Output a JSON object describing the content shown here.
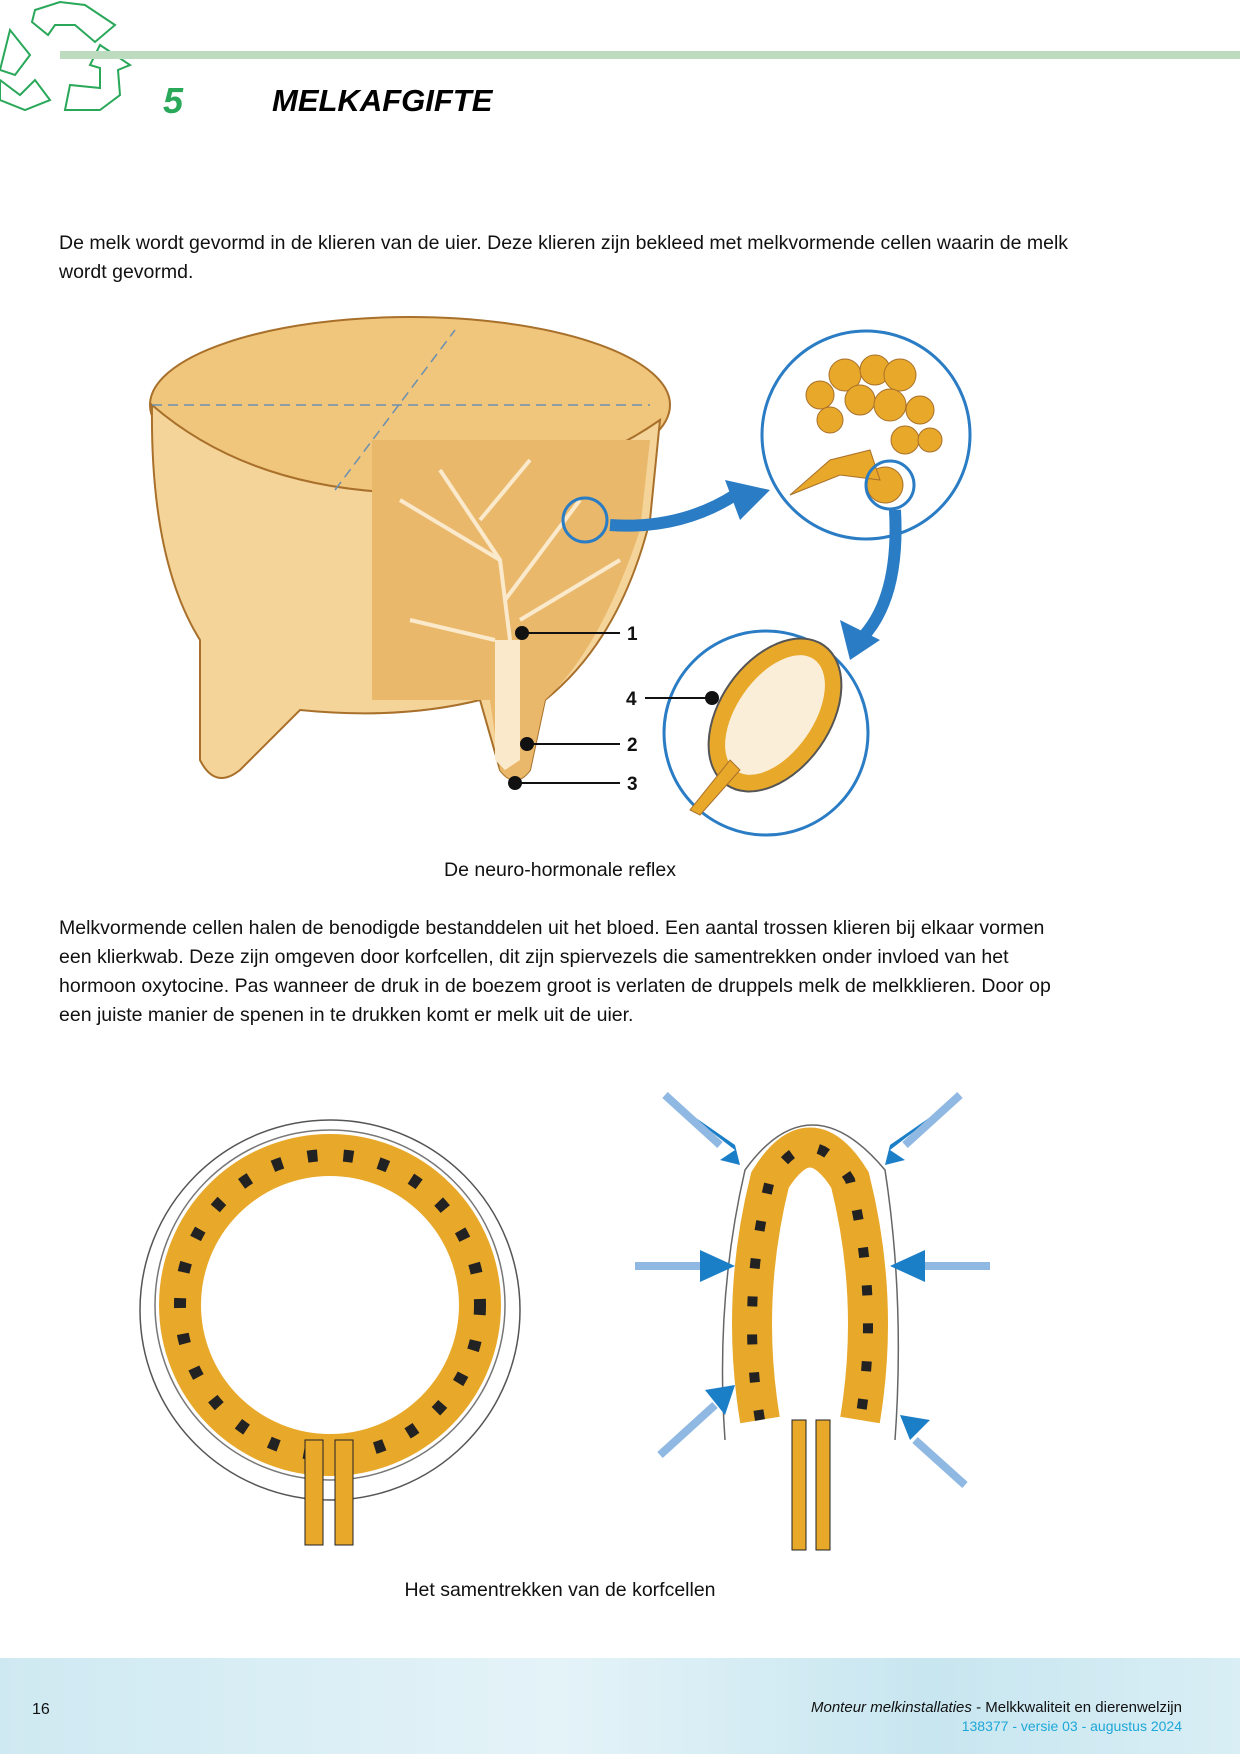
{
  "header": {
    "chapter_number": "5",
    "chapter_title": "MELKAFGIFTE"
  },
  "intro": "De melk wordt gevormd in de klieren van de uier. Deze klieren zijn bekleed met melkvormende cellen waarin de melk wordt gevormd.",
  "figure1": {
    "caption": "De neuro-hormonale reflex",
    "labels": [
      "1",
      "2",
      "3",
      "4"
    ]
  },
  "body": "Melkvormende cellen halen de benodigde bestanddelen uit het bloed. Een aantal trossen klieren bij elkaar vormen een klierkwab. Deze zijn omgeven door korfcellen, dit zijn spiervezels die samentrekken onder invloed van het hormoon oxytocine. Pas wanneer de druk in de boezem groot is verlaten de druppels melk de melkklieren. Door op een juiste manier de spenen in te drukken komt er melk uit de uier.",
  "figure2": {
    "caption": "Het samentrekken van de korfcellen"
  },
  "footer": {
    "page_number": "16",
    "course_italic": "Monteur melkinstallaties",
    "course_rest": " - Melkkwaliteit en dierenwelzijn",
    "version": "138377 - versie 03 - augustus 2024"
  },
  "colors": {
    "green": "#2aa85a",
    "header_line": "#bddcbf",
    "udder": "#f0c67c",
    "gland": "#e8a82a",
    "blue": "#2a7cc4"
  }
}
